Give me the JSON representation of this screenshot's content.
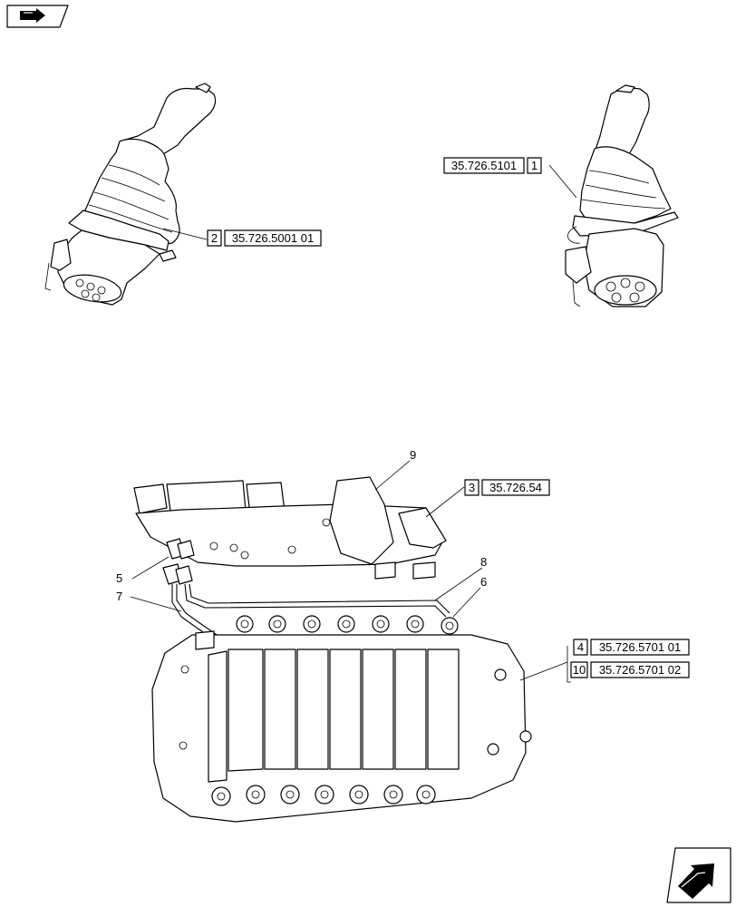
{
  "callouts": {
    "ref_joystick_left_item": "2",
    "ref_joystick_left_code": "35.726.5001 01",
    "ref_joystick_right_code": "35.726.5101",
    "ref_joystick_right_item": "1",
    "ref_valve_cover_item": "3",
    "ref_valve_cover_code": "35.726.54",
    "ref_valve_a_item": "4",
    "ref_valve_a_code": "35.726.5701 01",
    "ref_valve_b_item": "10",
    "ref_valve_b_code": "35.726.5701 02"
  },
  "item_numbers": {
    "n5": "5",
    "n6": "6",
    "n7": "7",
    "n8": "8",
    "n9": "9"
  },
  "icons": {
    "top_left": "book-arrow-icon",
    "bottom_right": "next-page-arrow-icon"
  }
}
